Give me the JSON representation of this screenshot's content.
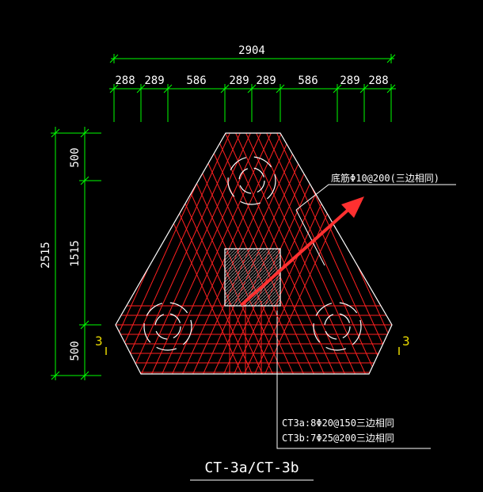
{
  "drawing": {
    "top_total_dimension": "2904",
    "top_segment_dimensions": [
      "288",
      "289",
      "586",
      "289",
      "289",
      "586",
      "289",
      "288"
    ],
    "left_total_dimension": "2515",
    "left_segment_dimensions": [
      "500",
      "1515",
      "500"
    ],
    "bottom_rebar_note": "底筋Φ10@200(三边相同)",
    "pile_cap_note_a": "CT3a:8Φ20@150三边相同",
    "pile_cap_note_b": "CT3b:7Φ25@200三边相同",
    "section_mark_left": "3",
    "section_mark_right": "3",
    "title": "CT-3a/CT-3b",
    "colors": {
      "dimension_lines": "#00ff00",
      "rebar": "#ff2020",
      "outline": "#ffffff",
      "arrow": "#ff3030",
      "section_mark": "#e8d800"
    }
  }
}
